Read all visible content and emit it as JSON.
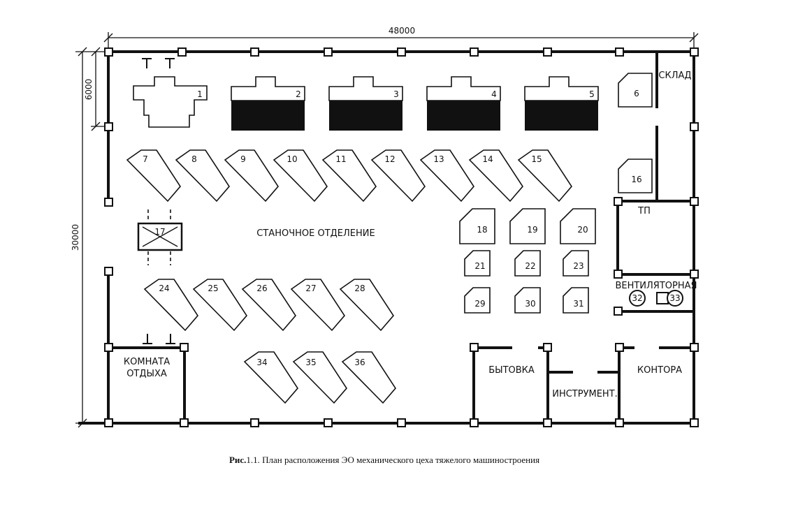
{
  "dimensions": {
    "width": "48000",
    "height": "30000",
    "bay": "6000"
  },
  "rooms": {
    "main": "СТАНОЧНОЕ ОТДЕЛЕНИЕ",
    "warehouse": "СКЛАД",
    "substation": "ТП",
    "ventilation": "ВЕНТИЛЯТОРНАЯ",
    "rest_line1": "КОМНАТА",
    "rest_line2": "ОТДЫХА",
    "locker": "БЫТОВКА",
    "tool": "ИНСТРУМЕНТ.",
    "office": "КОНТОРА"
  },
  "machines": [
    "1",
    "2",
    "3",
    "4",
    "5",
    "6",
    "7",
    "8",
    "9",
    "10",
    "11",
    "12",
    "13",
    "14",
    "15",
    "16",
    "17",
    "18",
    "19",
    "20",
    "21",
    "22",
    "23",
    "24",
    "25",
    "26",
    "27",
    "28",
    "29",
    "30",
    "31",
    "32",
    "33",
    "34",
    "35",
    "36"
  ],
  "caption": {
    "prefix": "Рис.",
    "number": "1.1.",
    "text": "План расположения ЭО механического цеха тяжелого машиностроения"
  }
}
